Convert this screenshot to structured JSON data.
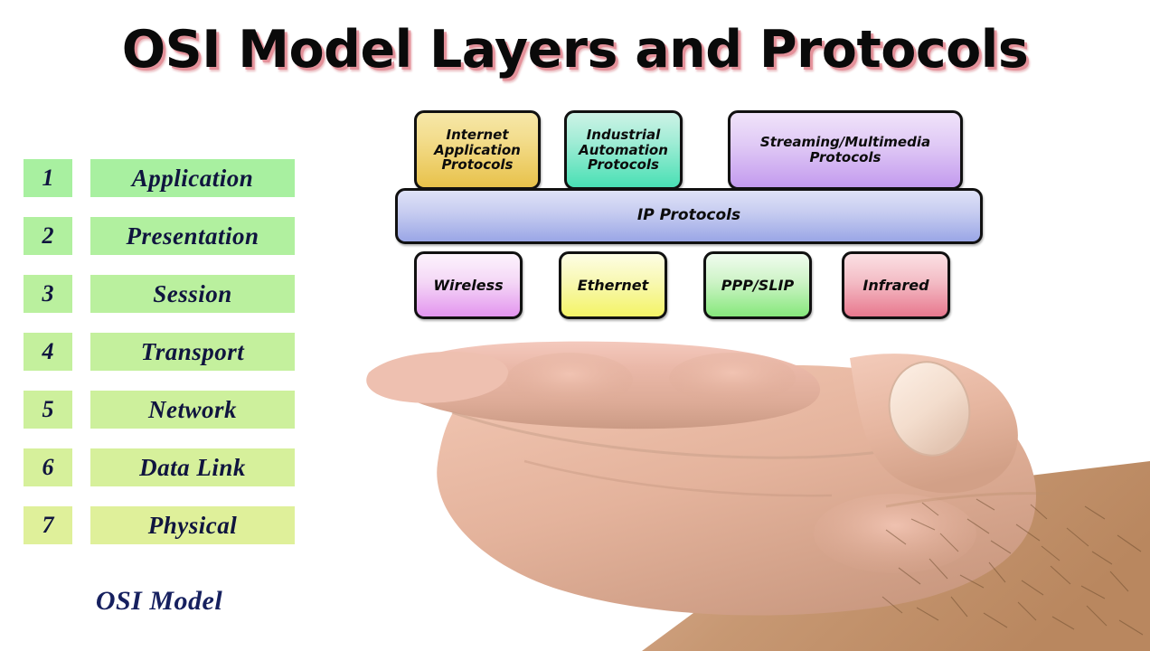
{
  "title": "OSI Model Layers and Protocols",
  "osi": {
    "caption": "OSI Model",
    "layers": [
      {
        "num": "1",
        "name": "Application"
      },
      {
        "num": "2",
        "name": "Presentation"
      },
      {
        "num": "3",
        "name": "Session"
      },
      {
        "num": "4",
        "name": "Transport"
      },
      {
        "num": "5",
        "name": "Network"
      },
      {
        "num": "6",
        "name": "Data Link"
      },
      {
        "num": "7",
        "name": "Physical"
      }
    ],
    "colors": {
      "top_box": "#a8f0a0",
      "bottom_box": "#dff09a",
      "text": "#10153f",
      "caption_text": "#16205f"
    }
  },
  "diagram": {
    "top_row": [
      {
        "label": "Internet Application Protocols",
        "color": "#e8c24b"
      },
      {
        "label": "Industrial Automation Protocols",
        "color": "#49e0b4"
      },
      {
        "label": "Streaming/Multimedia Protocols",
        "color": "#c39bee"
      }
    ],
    "middle_bar": {
      "label": "IP Protocols",
      "color": "#9aa6e6"
    },
    "bottom_row": [
      {
        "label": "Wireless",
        "color": "#e395ef"
      },
      {
        "label": "Ethernet",
        "color": "#f4f466"
      },
      {
        "label": "PPP/SLIP",
        "color": "#86e87c"
      },
      {
        "label": "Infrared",
        "color": "#e8788e"
      }
    ]
  },
  "image": {
    "hand": "open-palm-hand-photo"
  },
  "colors": {
    "background": "#ffffff",
    "title_text": "#0a0a0a",
    "title_shadow": "#e2828c",
    "box_border": "#111111"
  }
}
